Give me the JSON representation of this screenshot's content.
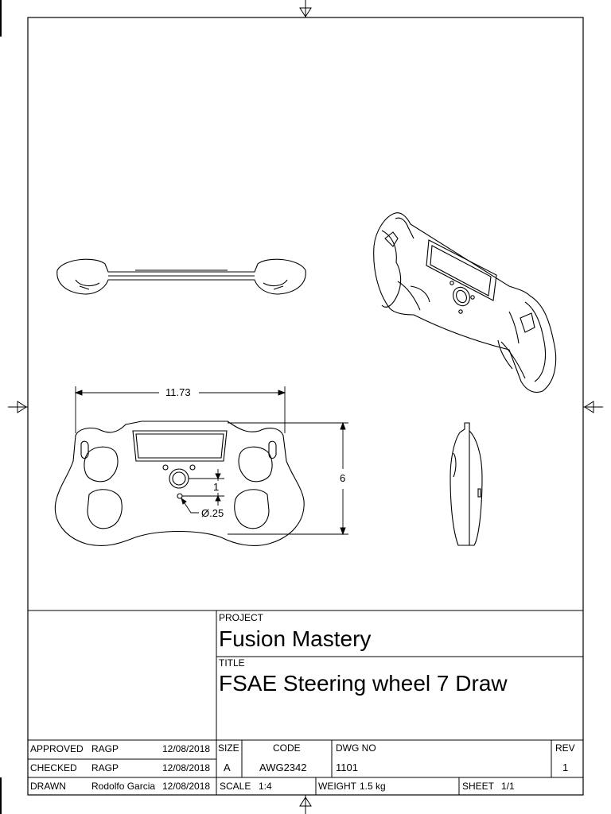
{
  "drawing": {
    "dimensions": {
      "width": "11.73",
      "height": "6",
      "spacing": "1",
      "hole": "Ø.25"
    }
  },
  "title_block": {
    "project_label": "PROJECT",
    "project": "Fusion Mastery",
    "title_label": "TITLE",
    "title": "FSAE Steering wheel 7 Draw",
    "approved_label": "APPROVED",
    "approved_by": "RAGP",
    "approved_date": "12/08/2018",
    "checked_label": "CHECKED",
    "checked_by": "RAGP",
    "checked_date": "12/08/2018",
    "drawn_label": "DRAWN",
    "drawn_by": "Rodolfo Garcia",
    "drawn_date": "12/08/2018",
    "size_label": "SIZE",
    "size": "A",
    "code_label": "CODE",
    "code": "AWG2342",
    "dwg_label": "DWG NO",
    "dwg_no": "1101",
    "rev_label": "REV",
    "rev": "1",
    "scale_label": "SCALE",
    "scale": "1:4",
    "weight_label": "WEIGHT",
    "weight": "1.5 kg",
    "sheet_label": "SHEET",
    "sheet": "1/1"
  }
}
